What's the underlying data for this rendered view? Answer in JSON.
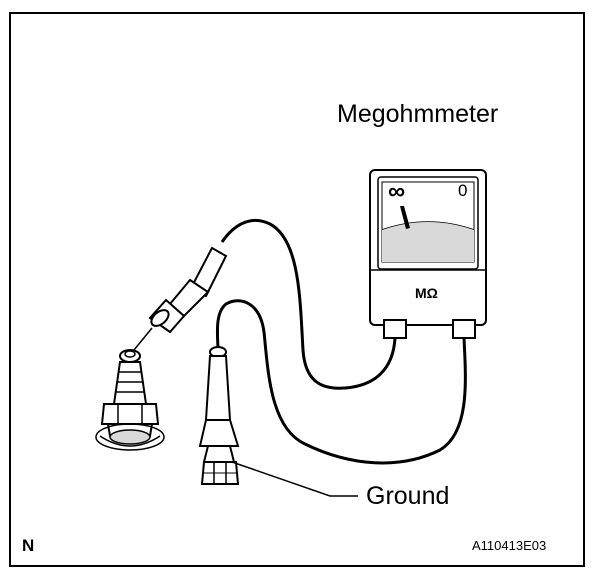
{
  "labels": {
    "meter_title": "Megohmmeter",
    "ground": "Ground",
    "corner_letter": "N",
    "figure_code": "A110413E03"
  },
  "meter": {
    "scale_left": "∞",
    "scale_right": "0",
    "unit": "MΩ"
  },
  "colors": {
    "ink": "#000000",
    "paper": "#ffffff",
    "shade": "#d9d9d9"
  }
}
